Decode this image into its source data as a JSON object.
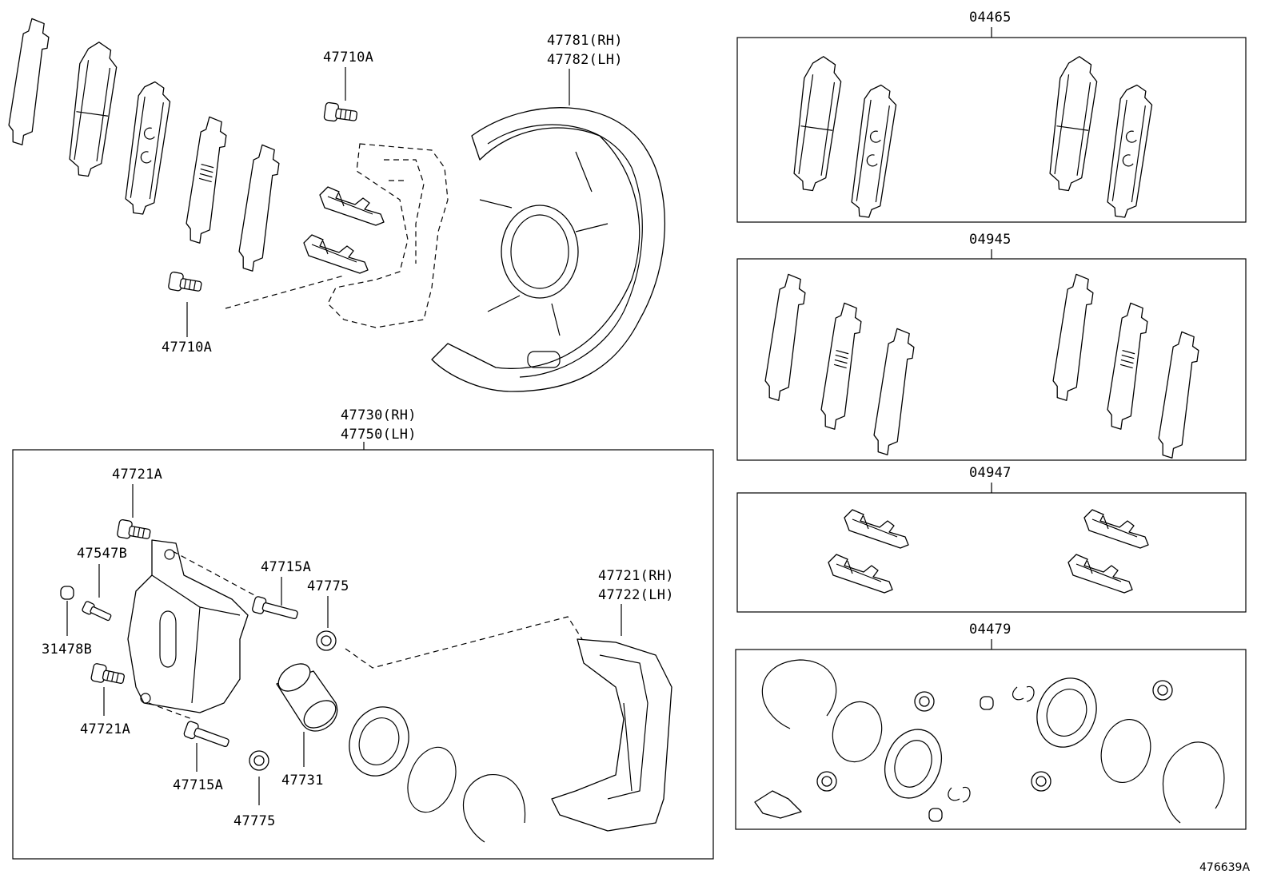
{
  "labels": {
    "bolt_top": "47710A",
    "bolt_bottom": "47710A",
    "shield_rh": "47781(RH)",
    "shield_lh": "47782(LH)",
    "caliper_rh": "47730(RH)",
    "caliper_lh": "47750(LH)",
    "bolt_47721a_top": "47721A",
    "bleeder": "47547B",
    "cap": "31478B",
    "bolt_47721a_bottom": "47721A",
    "pin_top": "47715A",
    "boot_top": "47775",
    "pin_bottom": "47715A",
    "boot_bottom": "47775",
    "piston": "47731",
    "mount_rh": "47721(RH)",
    "mount_lh": "47722(LH)"
  },
  "kits": [
    {
      "number": "04465"
    },
    {
      "number": "04945"
    },
    {
      "number": "04947"
    },
    {
      "number": "04479"
    }
  ],
  "footer": {
    "diagram_id": "476639A"
  }
}
